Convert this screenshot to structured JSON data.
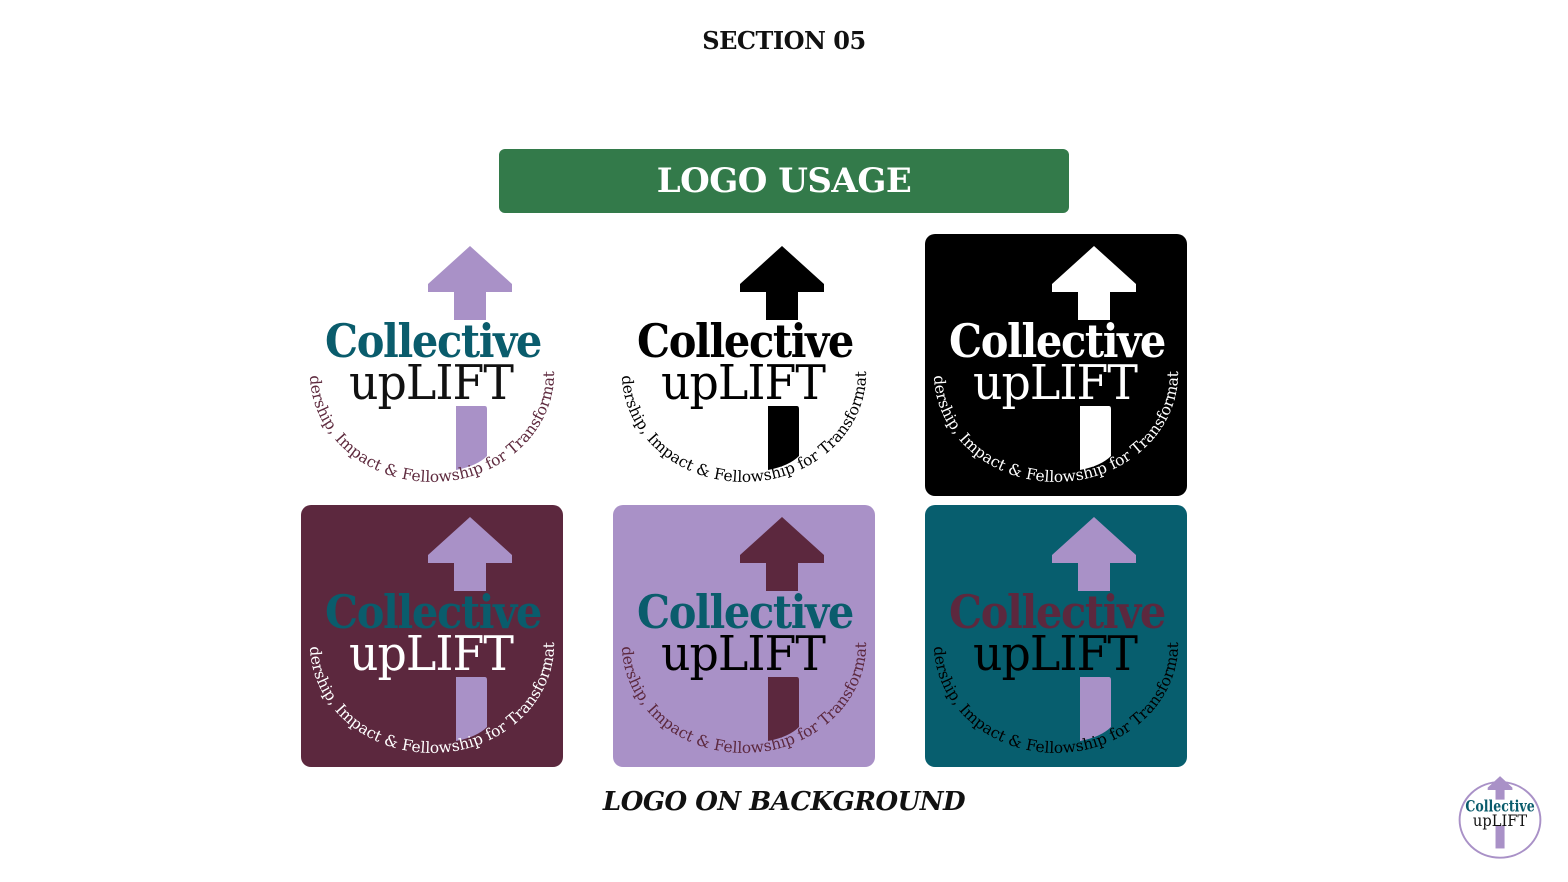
{
  "section": {
    "label": "SECTION 05"
  },
  "banner": {
    "title": "LOGO USAGE",
    "color": "#337a4a"
  },
  "logo": {
    "word_top": "Collective",
    "word_bottom": "upLIFT",
    "tagline": "Leadership, Impact & Fellowship for Transformation"
  },
  "variants": [
    {
      "bg": "#ffffff",
      "arrow": "#a991c7",
      "word_top": "#0a5c6c",
      "word_bottom": "#111111",
      "tagline": "#5e2a3e",
      "shaft": "#a991c7"
    },
    {
      "bg": "#ffffff",
      "arrow": "#000000",
      "word_top": "#000000",
      "word_bottom": "#000000",
      "tagline": "#000000",
      "shaft": "#000000"
    },
    {
      "bg": "#000000",
      "arrow": "#ffffff",
      "word_top": "#ffffff",
      "word_bottom": "#ffffff",
      "tagline": "#ffffff",
      "shaft": "#ffffff"
    },
    {
      "bg": "#5c283e",
      "arrow": "#a991c7",
      "word_top": "#0a5c6c",
      "word_bottom": "#ffffff",
      "tagline": "#ffffff",
      "shaft": "#a991c7"
    },
    {
      "bg": "#a991c7",
      "arrow": "#5c283e",
      "word_top": "#0a5c6c",
      "word_bottom": "#000000",
      "tagline": "#5c283e",
      "shaft": "#5c283e"
    },
    {
      "bg": "#075e6e",
      "arrow": "#a991c7",
      "word_top": "#5c283e",
      "word_bottom": "#000000",
      "tagline": "#000000",
      "shaft": "#a991c7"
    }
  ],
  "caption": {
    "text": "LOGO ON BACKGROUND"
  }
}
